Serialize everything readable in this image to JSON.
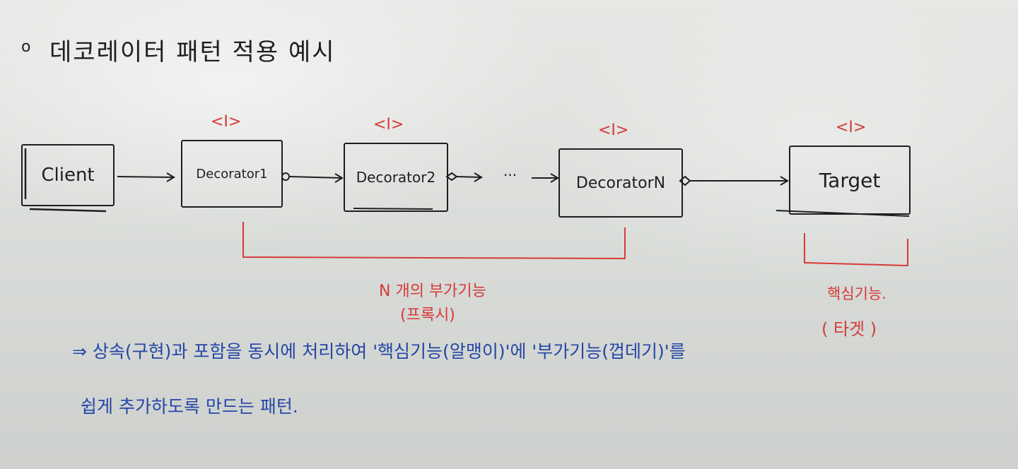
{
  "heading": {
    "bullet": "o",
    "text": "데코레이터 패턴 적용 예시"
  },
  "stereotype": "<I>",
  "nodes": {
    "client": "Client",
    "decorator1": "Decorator1",
    "decorator2": "Decorator2",
    "ellipsis": "···",
    "decoratorN": "DecoratorN",
    "target": "Target"
  },
  "annotations": {
    "decorators_line1": "N 개의 부가기능",
    "decorators_line2": "(프록시)",
    "target_line1": "핵심기능.",
    "target_line2": "( 타겟 )"
  },
  "summary": {
    "line1": "⇒ 상속(구현)과 포함을 동시에 처리하여 '핵심기능(알맹이)'에 '부가기능(껍데기)'를",
    "line2": "쉽게 추가하도록 만드는 패턴."
  },
  "colors": {
    "marker_black": "#1f1f22",
    "marker_red": "#d63a3a",
    "marker_blue": "#2446a8",
    "board": "#e3e5e2"
  }
}
